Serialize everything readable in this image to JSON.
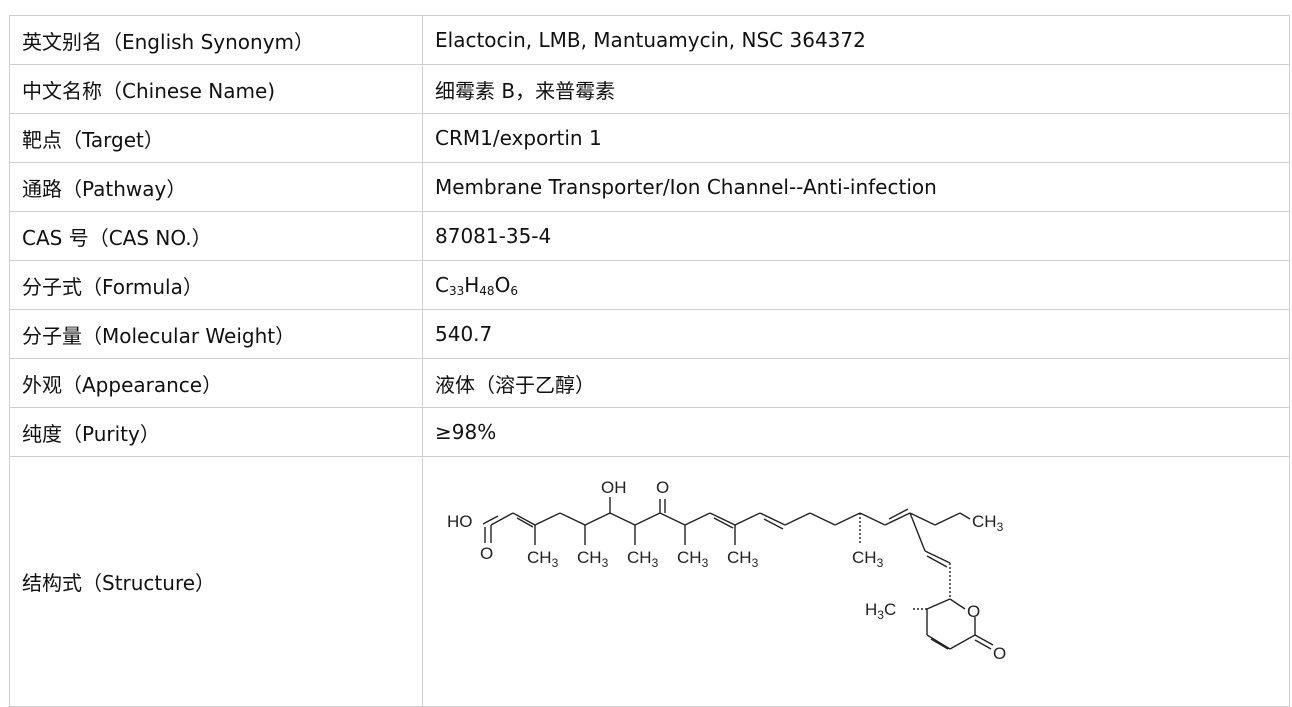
{
  "rows": [
    {
      "label": "英文别名（English Synonym）",
      "value": "Elactocin, LMB, Mantuamycin, NSC 364372"
    },
    {
      "label": "中文名称（Chinese Name)",
      "value": "细霉素 B，来普霉素"
    },
    {
      "label": "靶点（Target）",
      "value": "CRM1/exportin 1"
    },
    {
      "label": "通路（Pathway）",
      "value": "Membrane Transporter/Ion Channel--Anti-infection"
    },
    {
      "label": "CAS 号（CAS NO.）",
      "value": "87081-35-4"
    }
  ],
  "formula_row": {
    "label": "分子式（Formula）",
    "parts": [
      {
        "text": "C",
        "sub": "33"
      },
      {
        "text": "H",
        "sub": "48"
      },
      {
        "text": "O",
        "sub": "6"
      }
    ]
  },
  "rows2": [
    {
      "label": "分子量（Molecular Weight）",
      "value": "540.7"
    },
    {
      "label": "外观（Appearance）",
      "value": "液体（溶于乙醇）"
    },
    {
      "label": "纯度（Purity）",
      "value": "≥98%"
    }
  ],
  "structure_row": {
    "label": "结构式（Structure）",
    "atoms": {
      "ho": "HO",
      "o_acid": "O",
      "oh": "OH",
      "o_ketone": "O",
      "ch3": "CH",
      "ch3_sub": "3",
      "h3c": "H",
      "h3c_sub": "3",
      "h3c_c": "C",
      "o_ring": "O",
      "o_lactone": "O"
    }
  }
}
